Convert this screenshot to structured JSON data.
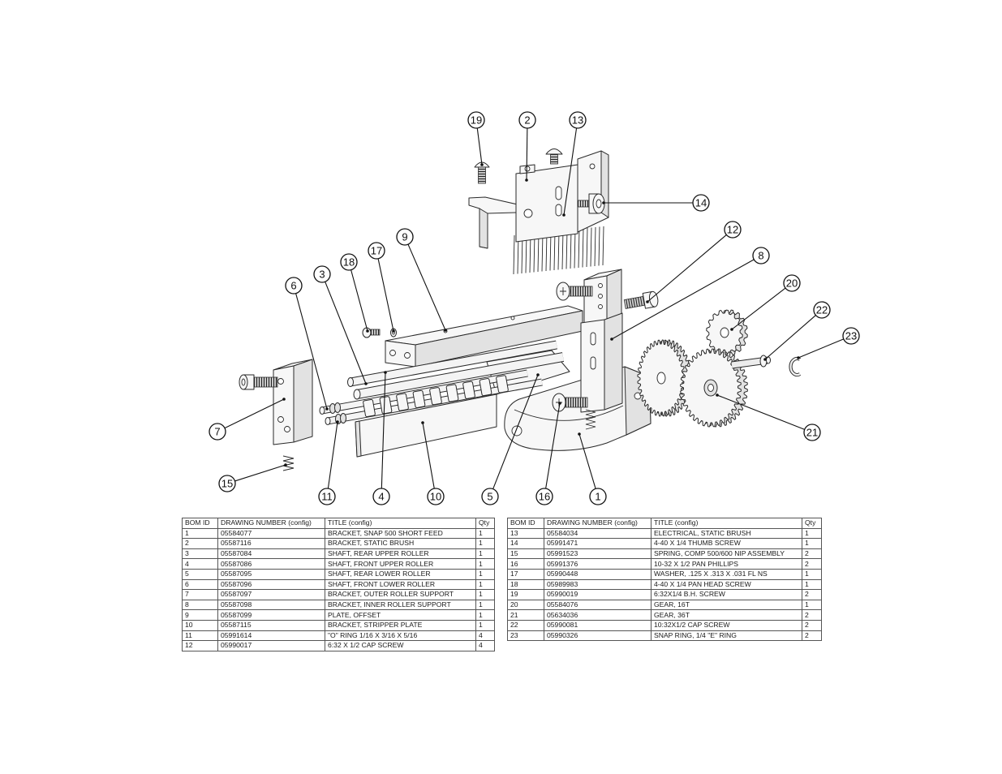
{
  "callouts": [
    "1",
    "2",
    "3",
    "4",
    "5",
    "6",
    "7",
    "8",
    "9",
    "10",
    "11",
    "12",
    "13",
    "14",
    "15",
    "16",
    "17",
    "18",
    "19",
    "20",
    "21",
    "22",
    "23"
  ],
  "bom_left": {
    "headers": [
      "BOM ID",
      "DRAWING NUMBER (config)",
      "TITLE (config)",
      "Qty"
    ],
    "rows": [
      [
        "1",
        "05584077",
        "BRACKET, SNAP 500 SHORT FEED",
        "1"
      ],
      [
        "2",
        "05587116",
        "BRACKET, STATIC BRUSH",
        "1"
      ],
      [
        "3",
        "05587084",
        "SHAFT, REAR UPPER ROLLER",
        "1"
      ],
      [
        "4",
        "05587086",
        "SHAFT, FRONT UPPER ROLLER",
        "1"
      ],
      [
        "5",
        "05587095",
        "SHAFT, REAR LOWER ROLLER",
        "1"
      ],
      [
        "6",
        "05587096",
        "SHAFT, FRONT LOWER ROLLER",
        "1"
      ],
      [
        "7",
        "05587097",
        "BRACKET, OUTER ROLLER SUPPORT",
        "1"
      ],
      [
        "8",
        "05587098",
        "BRACKET, INNER ROLLER SUPPORT",
        "1"
      ],
      [
        "9",
        "05587099",
        "PLATE, OFFSET",
        "1"
      ],
      [
        "10",
        "05587115",
        "BRACKET, STRIPPER PLATE",
        "1"
      ],
      [
        "11",
        "05991614",
        "\"O\" RING 1/16 X 3/16 X 5/16",
        "4"
      ],
      [
        "12",
        "05990017",
        "6:32 X 1/2 CAP SCREW",
        "4"
      ]
    ]
  },
  "bom_right": {
    "headers": [
      "BOM ID",
      "DRAWING NUMBER (config)",
      "TITLE (config)",
      "Qty"
    ],
    "rows": [
      [
        "13",
        "05584034",
        "ELECTRICAL, STATIC BRUSH",
        "1"
      ],
      [
        "14",
        "05991471",
        "4-40 X 1/4 THUMB SCREW",
        "1"
      ],
      [
        "15",
        "05991523",
        "SPRING, COMP 500/600 NIP ASSEMBLY",
        "2"
      ],
      [
        "16",
        "05991376",
        "10-32 X 1/2 PAN PHILLIPS",
        "2"
      ],
      [
        "17",
        "05990448",
        "WASHER, .125 X .313 X .031 FL NS",
        "1"
      ],
      [
        "18",
        "05989983",
        "4-40 X 1/4 PAN HEAD SCREW",
        "1"
      ],
      [
        "19",
        "05990019",
        "6:32X1/4 B.H. SCREW",
        "2"
      ],
      [
        "20",
        "05584076",
        "GEAR, 16T",
        "1"
      ],
      [
        "21",
        "05634036",
        "GEAR, 36T",
        "2"
      ],
      [
        "22",
        "05990081",
        "10:32X1/2 CAP SCREW",
        "2"
      ],
      [
        "23",
        "05990326",
        "SNAP RING, 1/4 \"E\" RING",
        "2"
      ]
    ]
  }
}
